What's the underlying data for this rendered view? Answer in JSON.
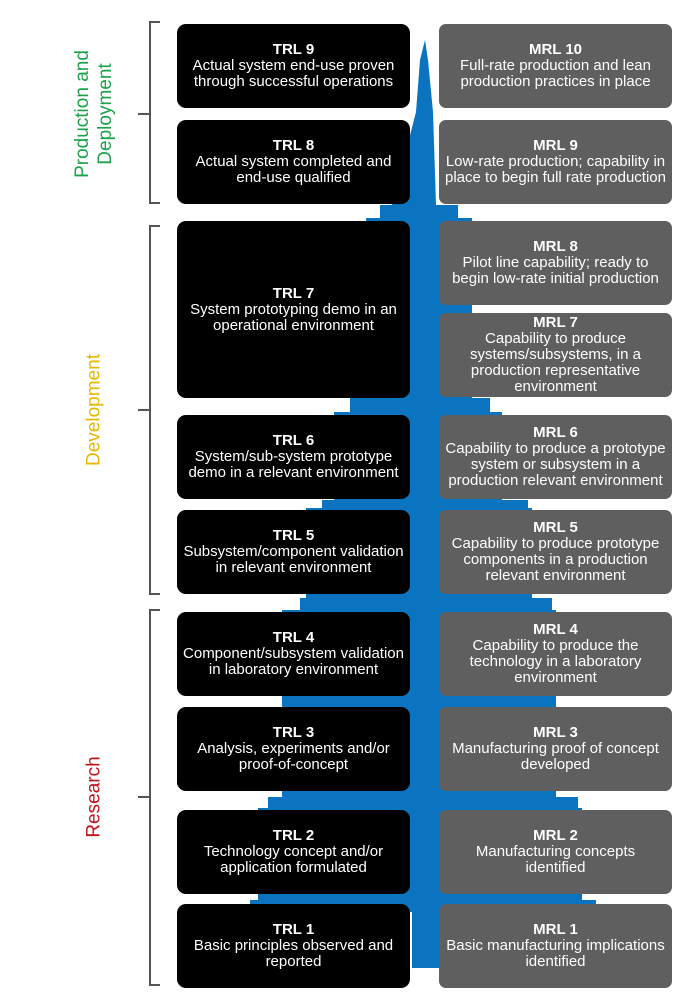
{
  "phases": [
    {
      "name": "Production and Deployment",
      "color": "#1aa34a"
    },
    {
      "name": "Development",
      "color": "#e6b800"
    },
    {
      "name": "Research",
      "color": "#c0141c"
    }
  ],
  "trl": [
    {
      "title": "TRL 9",
      "text": "Actual system end-use proven through successful operations"
    },
    {
      "title": "TRL 8",
      "text": "Actual system completed and end-use qualified"
    },
    {
      "title": "TRL 7",
      "text": "System prototyping demo in an operational environment"
    },
    {
      "title": "TRL 6",
      "text": "System/sub-system prototype demo in a relevant environment"
    },
    {
      "title": "TRL 5",
      "text": "Subsystem/component validation in relevant environment"
    },
    {
      "title": "TRL 4",
      "text": "Component/subsystem validation in laboratory environment"
    },
    {
      "title": "TRL 3",
      "text": "Analysis, experiments and/or proof-of-concept"
    },
    {
      "title": "TRL 2",
      "text": "Technology concept and/or application formulated"
    },
    {
      "title": "TRL 1",
      "text": "Basic principles observed and reported"
    }
  ],
  "mrl": [
    {
      "title": "MRL 10",
      "text": "Full-rate production and lean production practices in place"
    },
    {
      "title": "MRL 9",
      "text": "Low-rate production; capability in place to begin full rate production"
    },
    {
      "title": "MRL 8",
      "text": "Pilot line capability; ready to begin low-rate initial production"
    },
    {
      "title": "MRL 7",
      "text": "Capability to produce systems/subsystems, in a production representative environment"
    },
    {
      "title": "MRL 6",
      "text": "Capability to produce a prototype system or subsystem in a production relevant environment"
    },
    {
      "title": "MRL 5",
      "text": "Capability to produce prototype components in a production relevant environment"
    },
    {
      "title": "MRL 4",
      "text": "Capability to produce the technology in a laboratory environment"
    },
    {
      "title": "MRL 3",
      "text": "Manufacturing proof of concept developed"
    },
    {
      "title": "MRL 2",
      "text": "Manufacturing concepts identified"
    },
    {
      "title": "MRL 1",
      "text": "Basic manufacturing implications identified"
    }
  ],
  "colors": {
    "arrow": "#0b74c0",
    "trl_box": "#000000",
    "mrl_box": "#5f5f5f",
    "bracket": "#555555"
  }
}
